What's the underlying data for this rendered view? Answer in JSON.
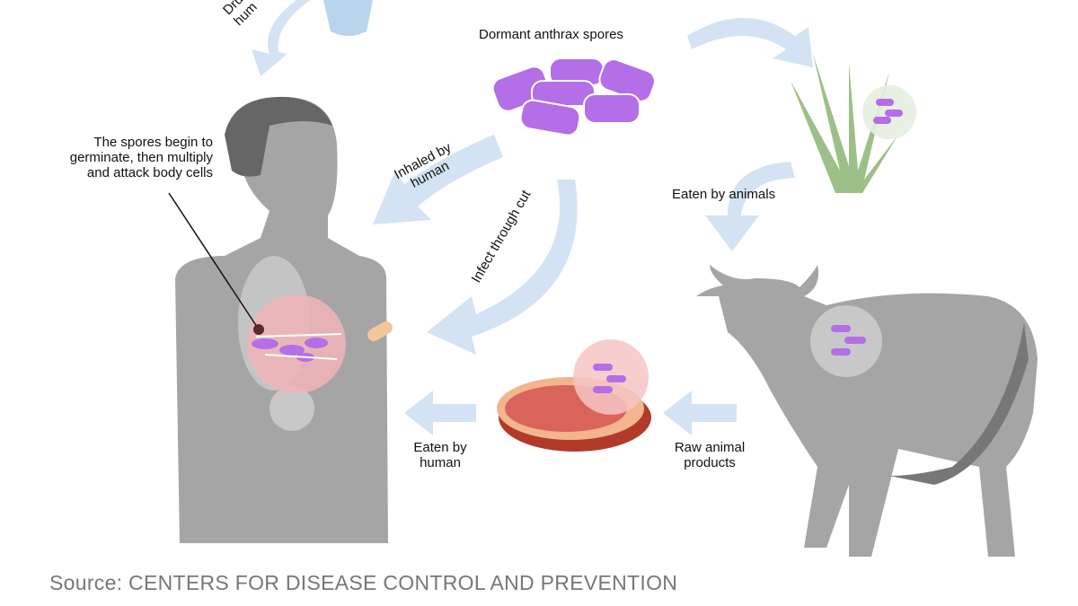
{
  "labels": {
    "drunk_line1": "Dru",
    "drunk_line2": "hum",
    "dormant": "Dormant anthrax spores",
    "inhaled": "Inhaled by\nhuman",
    "infect": "Infect through cut",
    "eaten_animals": "Eaten by animals",
    "germinate": "The spores begin to\ngerminate, then multiply\nand attack body cells",
    "eaten_human": "Eaten by\nhuman",
    "raw": "Raw animal\nproducts"
  },
  "source": "Source: CENTERS FOR DISEASE CONTROL AND PREVENTION",
  "colors": {
    "arrow": "#d3e3f3",
    "spore": "#b36ee8",
    "body": "#a5a5a5",
    "meat": "#d9645a"
  }
}
